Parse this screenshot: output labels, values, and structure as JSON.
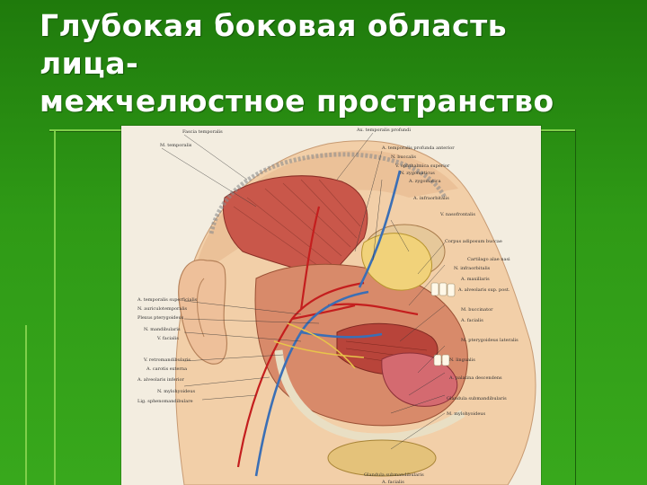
{
  "slide": {
    "title_lines": [
      "Глубокая боковая область",
      "лица-",
      "межчелюстное пространство"
    ],
    "background_color": "#2a8a12",
    "title_color": "#ffffff"
  },
  "figure": {
    "labels": {
      "top": [
        "Fascia temporalis",
        "M. temporalis",
        "Ax. temporalis profundi"
      ],
      "right": [
        "A. temporalis profunda anterior",
        "N. buccalis",
        "V. ophthalmica superior",
        "N. zygomaticus",
        "A. zygomatica",
        "A. infraorbitalis",
        "V. nasofrontalis",
        "Corpus adiposum buccae",
        "N. infraorbitalis",
        "Cartilago alae nasi",
        "A. maxillaris",
        "A. alveolaris sup. post.",
        "M. buccinator",
        "A. facialis",
        "M. pterygoideus lateralis",
        "N. lingualis",
        "A. palatina descendens",
        "Glandula submandibularis",
        "M. mylohyoideus"
      ],
      "left": [
        "A. temporalis superficialis",
        "N. auriculotemporalis",
        "Plexus pterygoideus",
        "N. mandibularis",
        "V. facialis",
        "V. retromandibularis",
        "A. carotis externa",
        "A. alveolaris inferior",
        "N. mylohyoideus",
        "Lig. sphenomandibulare"
      ],
      "bottom": [
        "Glandula submandibularis",
        "A. facialis"
      ]
    }
  }
}
